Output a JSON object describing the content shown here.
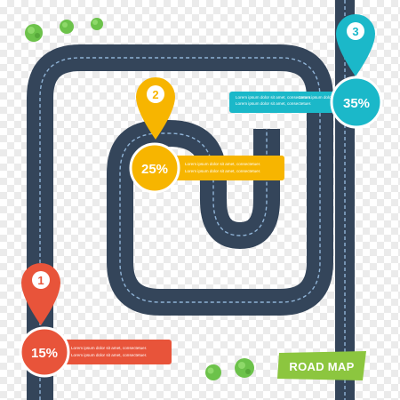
{
  "title": "ROAD MAP",
  "colors": {
    "road": "#34455a",
    "lane": "#8fb3d6",
    "bush": "#6cc24a",
    "title_bg": "#8cc63f"
  },
  "milestones": [
    {
      "number": "1",
      "percent": "15%",
      "text_line1": "Lorem ipsum dolor sit amet, consectetuer.",
      "text_line2": "Lorem ipsum dolor sit amet, consectetuer.",
      "color": "#e8543a",
      "icon": "map-pin-icon"
    },
    {
      "number": "2",
      "percent": "25%",
      "text_line1": "Lorem ipsum dolor sit amet, consectetuer.",
      "text_line2": "Lorem ipsum dolor sit amet, consectetuer.",
      "color": "#f7b500",
      "icon": "map-pin-icon"
    },
    {
      "number": "3",
      "percent": "35%",
      "text_line1": "Lorem ipsum dolor sit amet, consectetuer.",
      "text_line2": "Lorem ipsum dolor sit amet, consectetuer.",
      "color": "#1bb8c9",
      "icon": "map-pin-icon"
    }
  ]
}
